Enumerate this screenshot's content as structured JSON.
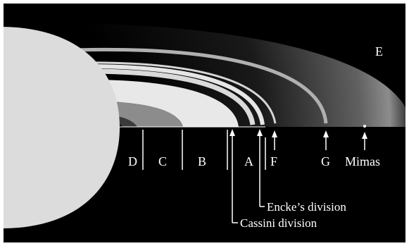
{
  "diagram": {
    "colors": {
      "background": "#000000",
      "planet": "#dcdcdc",
      "ring_bright": "#e8e8e8",
      "ring_gray": "#8c8c8c",
      "line": "#ffffff"
    },
    "ring_labels": {
      "d": "D",
      "c": "C",
      "b": "B",
      "a": "A",
      "f": "F",
      "g": "G",
      "e": "E",
      "mimas": "Mimas"
    },
    "callouts": {
      "encke": "Encke’s division",
      "cassini": "Cassini division"
    }
  }
}
